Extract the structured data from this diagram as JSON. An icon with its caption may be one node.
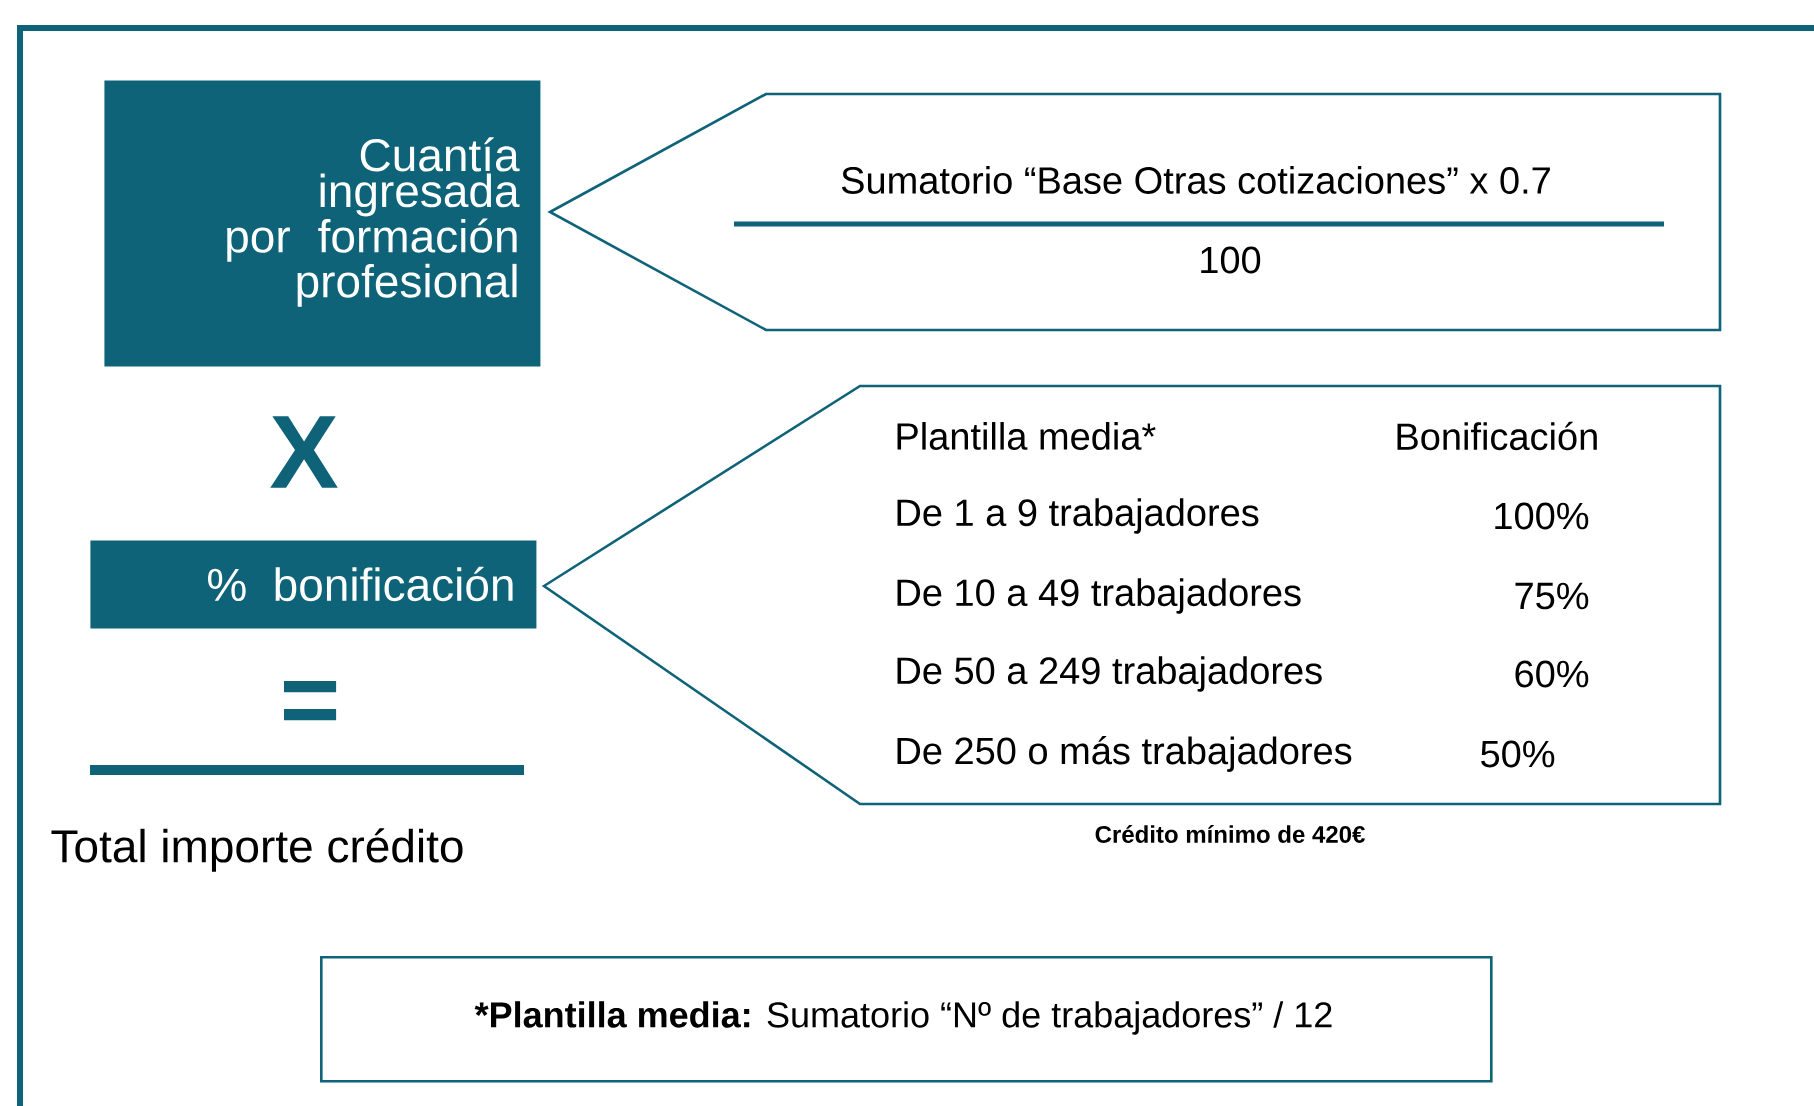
{
  "diagram": {
    "nodes": [
      {
        "text": [
          "Cuantía ingresada por formación profesional"
        ]
      },
      {
        "text": [
          "Sumatorio “Base Otras cotizaciones” x 0.7",
          "100"
        ]
      },
      {
        "text": [
          "% bonificación"
        ]
      },
      {
        "text": [
          "Plantilla media*",
          "Bonificación",
          "De 1 a 9 trabajadores",
          "100%",
          "De 10 a 49 trabajadores",
          "75%",
          "De 50 a 249 trabajadores",
          "60%",
          "De 250 o más trabajadores",
          "50%"
        ],
        "beside": [
          "Crédito mínimo de 420€"
        ]
      },
      {
        "text": [
          "*Plantilla media:",
          "Sumatorio “Nº de trabajadores” / 12"
        ]
      }
    ],
    "labels": [
      "X",
      "=",
      "Total importe crédito"
    ]
  }
}
